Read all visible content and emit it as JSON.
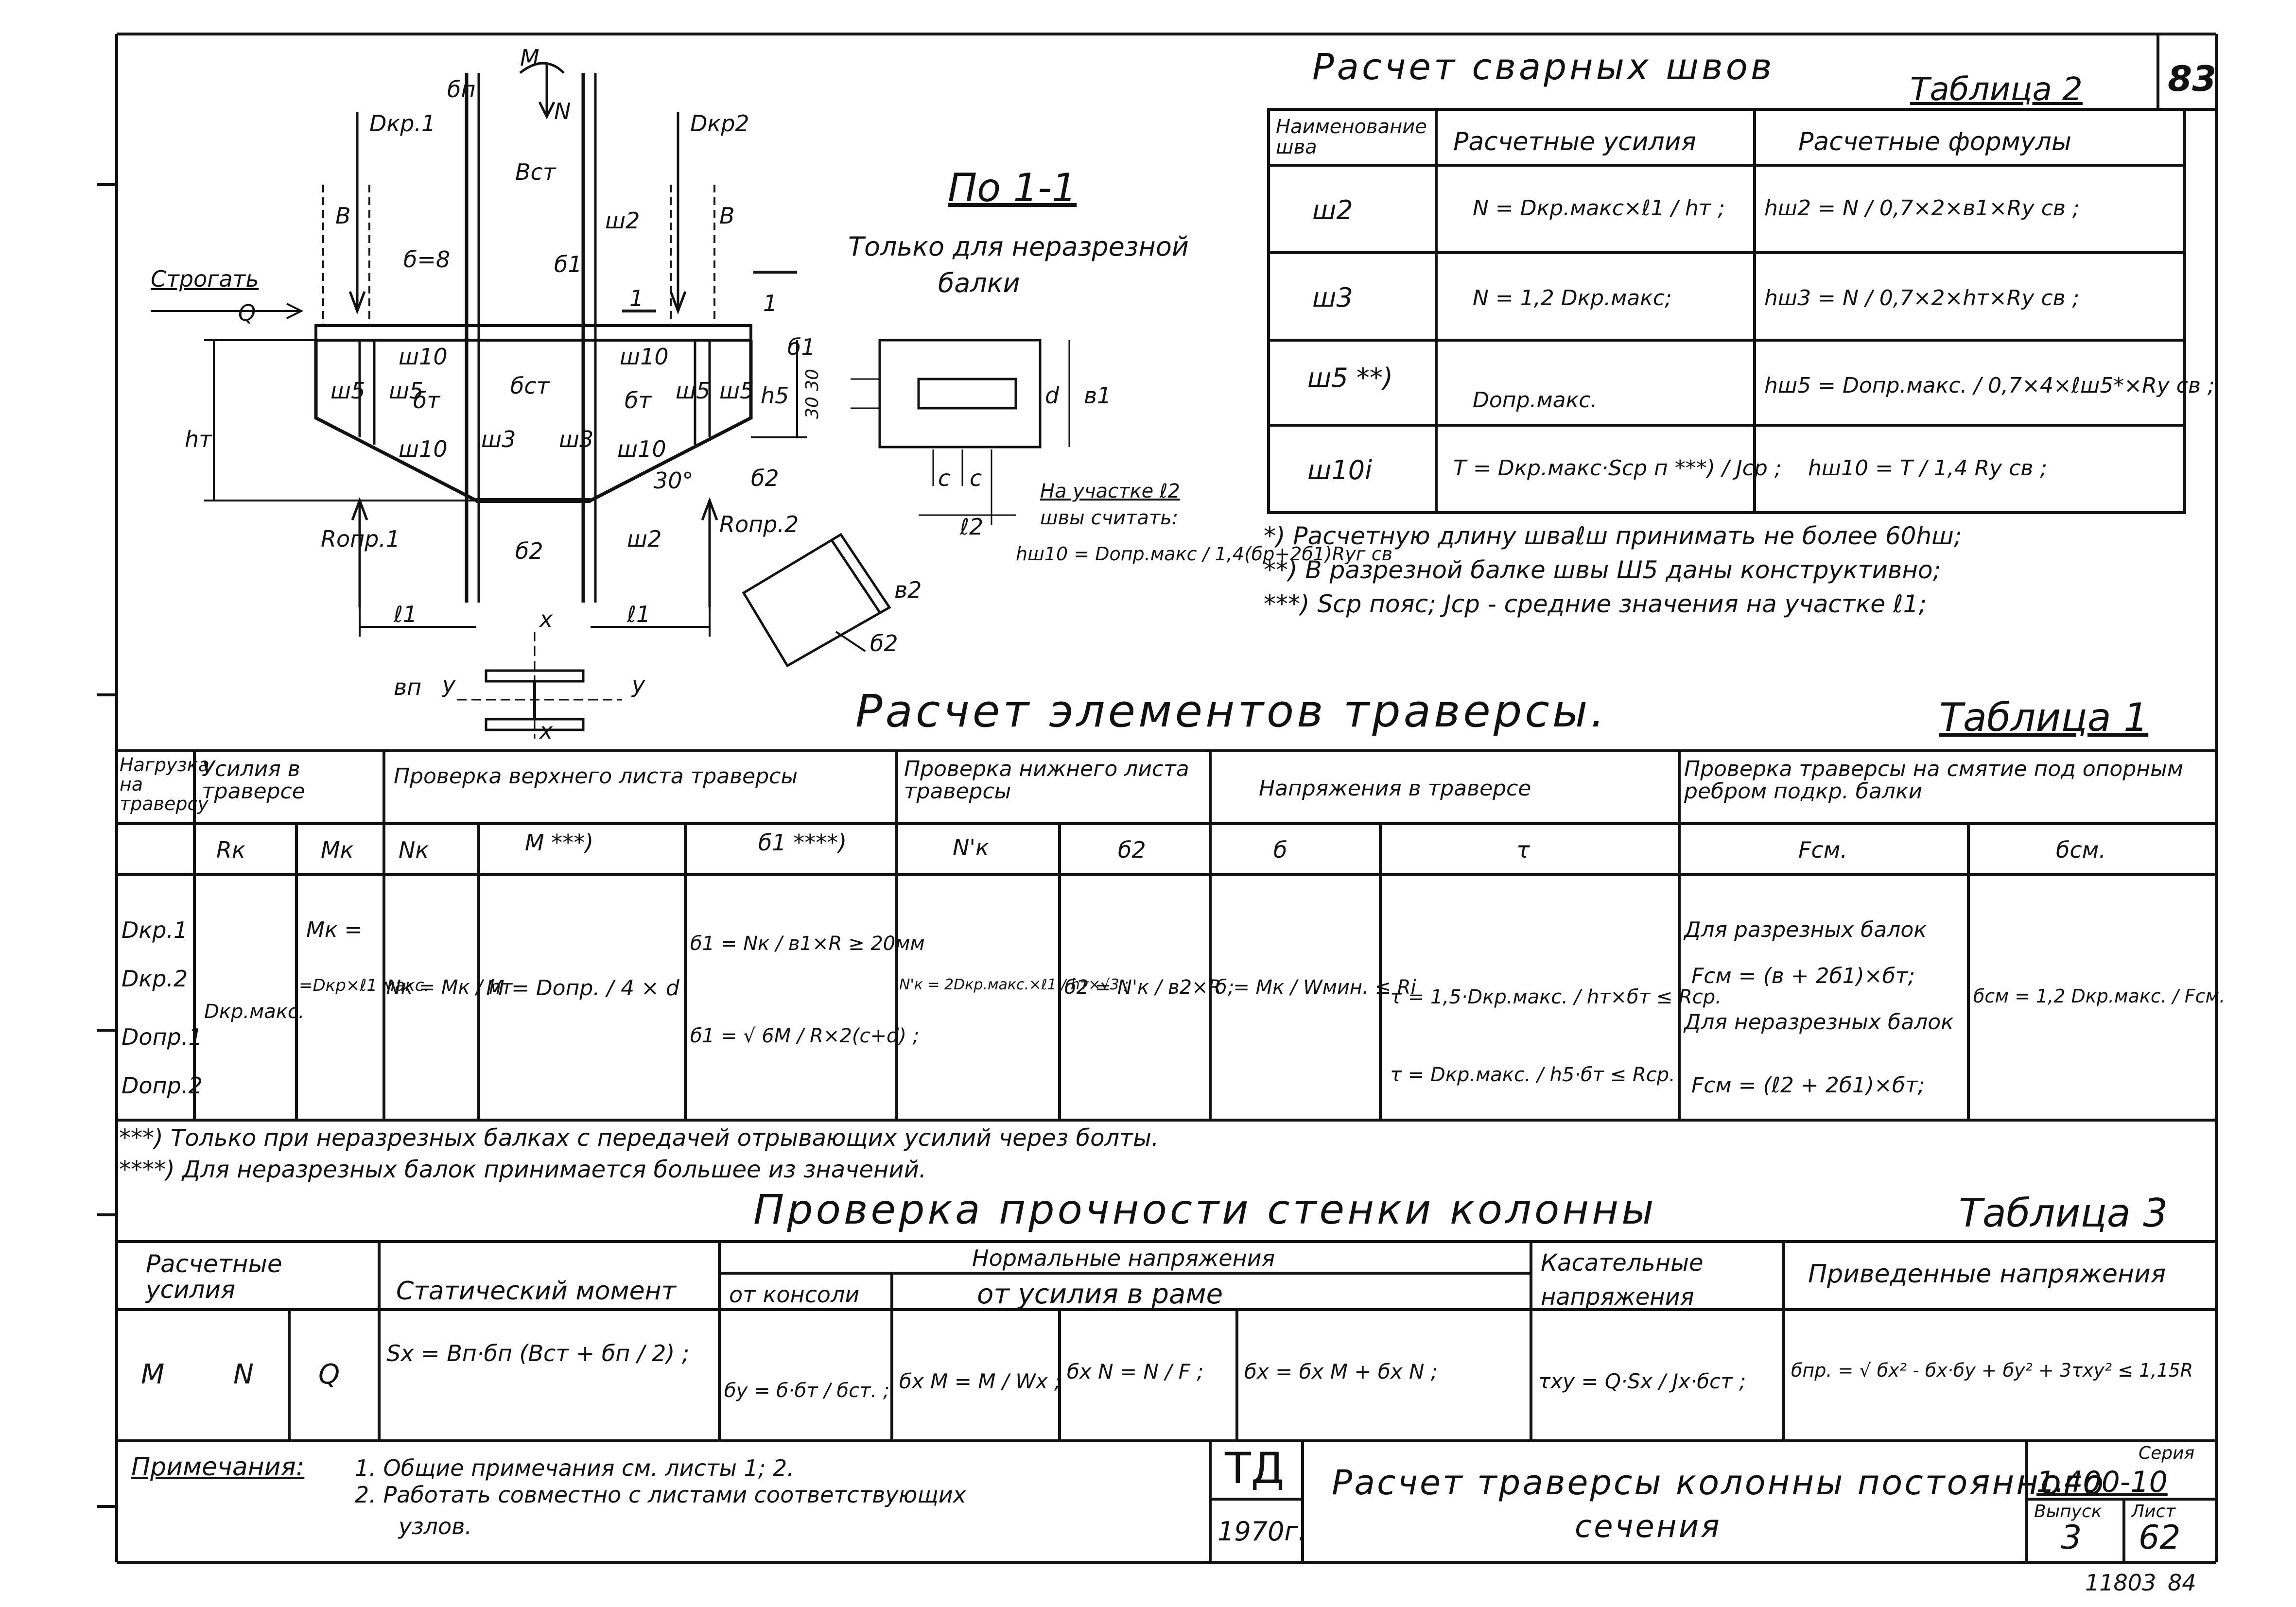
{
  "sheet": {
    "corner_number": "83",
    "bottom_left_number": "11803",
    "bottom_right_number": "84"
  },
  "drawing": {
    "labels": {
      "D_kr1": "Dкр.1",
      "D_kr2": "Dкр2",
      "b_n": "бп",
      "M": "M",
      "N": "N",
      "b_st_top": "Bст",
      "b_left": "B",
      "b_right": "B",
      "b8": "б=8",
      "b1": "б1",
      "sh2_top": "ш2",
      "strogat": "Строгать",
      "Q": "Q",
      "sh10_left": "ш10",
      "sh10_mid": "ш10",
      "sh5_a": "ш5",
      "sh5_b": "ш5",
      "sh5_c": "ш5",
      "sh5_d": "ш5",
      "b_t_left": "бт",
      "b_t_right": "бт",
      "b_st_mid": "бст",
      "sh3_a": "ш3",
      "sh3_b": "ш3",
      "sh10_low_left": "ш10",
      "sh10_low_right": "ш10",
      "h_t": "hт",
      "h5": "h5",
      "b1_right": "б1",
      "cut_left": "1",
      "cut_right": "1",
      "angle": "30°",
      "b2_right": "б2",
      "sh2_low": "ш2",
      "R_opr1": "Rопр.1",
      "R_opr2": "Rопр.2",
      "b2_low": "б2",
      "l1_left": "ℓ1",
      "l1_right": "ℓ1",
      "x_top": "x",
      "x_bot": "x",
      "y_left": "y",
      "y_right": "y",
      "b_n_bot": "вп"
    },
    "section": {
      "title": "По 1-1",
      "subtitle_1": "Только для неразрезной",
      "subtitle_2": "балки",
      "dim_30_30": "30 30",
      "d": "d",
      "b1": "в1",
      "c1": "c",
      "c2": "c",
      "l2": "ℓ2",
      "note_1": "На участке ℓ2",
      "note_2": "швы считать:",
      "formula": "hш10 = Dопр.макс / 1,4(бр+2б1)Rуг св",
      "b2_detail": "в2",
      "b2_detail_low": "б2"
    }
  },
  "table2": {
    "title": "Расчет сварных швов",
    "label": "Таблица 2",
    "headers": [
      "Наименование шва",
      "Расчетные усилия",
      "Расчетные формулы"
    ],
    "rows": [
      {
        "name": "ш2",
        "force": "N = Dкр.макс×ℓ1 / hт ;",
        "formula": "hш2 = N / 0,7×2×в1×Rу св ;"
      },
      {
        "name": "ш3",
        "force": "N = 1,2 Dкр.макс;",
        "formula": "hш3 = N / 0,7×2×hт×Rу св ;"
      },
      {
        "name": "ш5 **)",
        "force": "Dопр.макс.",
        "formula": "hш5 = Dопр.макс. / 0,7×4×ℓш5*×Rу св ;"
      },
      {
        "name": "ш10i",
        "force": "T = Dкр.макс·Sср п ***) / Jср ;",
        "formula": "hш10 = T / 1,4 Rу св ;"
      }
    ],
    "notes": [
      "*) Расчетную длину шваℓш принимать не более 60hш;",
      "**) В разрезной балке швы Ш5 даны конструктивно;",
      "***) Sср пояс; Jср - средние значения на участке ℓ1;"
    ]
  },
  "table1": {
    "title": "Расчет элементов траверсы.",
    "label": "Таблица 1",
    "group_headers": {
      "load": "Нагрузка на траверсу",
      "forces": "Усилия в траверсе",
      "top_sheet": "Проверка верхнего листа траверсы",
      "bottom_sheet": "Проверка нижнего листа траверсы",
      "stress": "Напряжения в траверсе",
      "crush": "Проверка траверсы на смятие под опорным ребром подкр. балки"
    },
    "col_headers": {
      "Rk": "Rк",
      "Mk": "Mк",
      "Nk": "Nк",
      "M": "M ***)",
      "b1": "б1 ****)",
      "Nk2": "N'к",
      "b2": "б2",
      "sigma": "б",
      "tau": "τ",
      "Fcm": "Fсм.",
      "scm": "бсм."
    },
    "loads": [
      "Dкр.1",
      "Dкр.2",
      "Dопр.1",
      "Dопр.2"
    ],
    "cells": {
      "Rk": "Dкр.макс.",
      "Mk_1": "Mк =",
      "Mk_2": "=Dкр×ℓ1 макс.",
      "Nk": "Nк = Mк / hт",
      "M": "M = Dопр. / 4 × d",
      "b1_a": "б1 = Nк / в1×R ≥ 20мм",
      "b1_b": "б1 = √ 6M / R×2(c+d) ;",
      "Nk2": "N'к = 2Dкр.макс.×ℓ1 / hт×√3 ;",
      "b2": "б2 = N'к / в2×R ;",
      "sigma": "б = Mк / Wмин. ≤ Ri",
      "tau_a": "τ = 1,5·Dкр.макс. / hт×бт ≤ Rср.",
      "tau_b": "τ = Dкр.макс. / h5·бт ≤ Rср.",
      "Fcm_1": "Для разрезных балок",
      "Fcm_2": "Fсм = (в + 2б1)×бт;",
      "Fcm_3": "Для неразрезных балок",
      "Fcm_4": "Fсм = (ℓ2 + 2б1)×бт;",
      "scm": "бсм = 1,2 Dкр.макс. / Fсм."
    },
    "notes": [
      "***) Только при неразрезных балках с передачей отрывающих усилий через болты.",
      "****) Для неразрезных балок принимается большее из значений."
    ]
  },
  "table3": {
    "title": "Проверка прочности стенки колонны",
    "label": "Таблица 3",
    "headers": {
      "forces": "Расчетные усилия",
      "static": "Статический момент",
      "normal": "Нормальные напряжения",
      "console": "от консоли",
      "frame": "от усилия в раме",
      "shear": "Касательные напряжения",
      "reduced": "Приведенные напряжения"
    },
    "cells": {
      "M": "M",
      "N": "N",
      "Q": "Q",
      "Sx": "Sx = Bп·бп (Bст + бп / 2) ;",
      "sy": "бу = б·бт / бст. ;",
      "sxm": "бx M = M / Wx ;",
      "sxn": "бx N = N / F ;",
      "sx": "бx = бx M + бx N ;",
      "txy": "τxy = Q·Sx / Jx·бст ;",
      "spr": "бпр. = √ бx² - бx·бy + бy² + 3τxy² ≤ 1,15R"
    }
  },
  "title_block": {
    "notes_label": "Примечания:",
    "note1": "1. Общие примечания см. листы 1; 2.",
    "note2": "2. Работать совместно с листами соответствующих",
    "note3": "узлов.",
    "org": "ТД",
    "year": "1970г.",
    "title_1": "Расчет траверсы колонны постоянного",
    "title_2": "сечения",
    "series_label": "Серия",
    "series": "1.400-10",
    "issue_label": "Выпуск",
    "issue": "3",
    "sheet_label": "Лист",
    "sheet": "62"
  }
}
